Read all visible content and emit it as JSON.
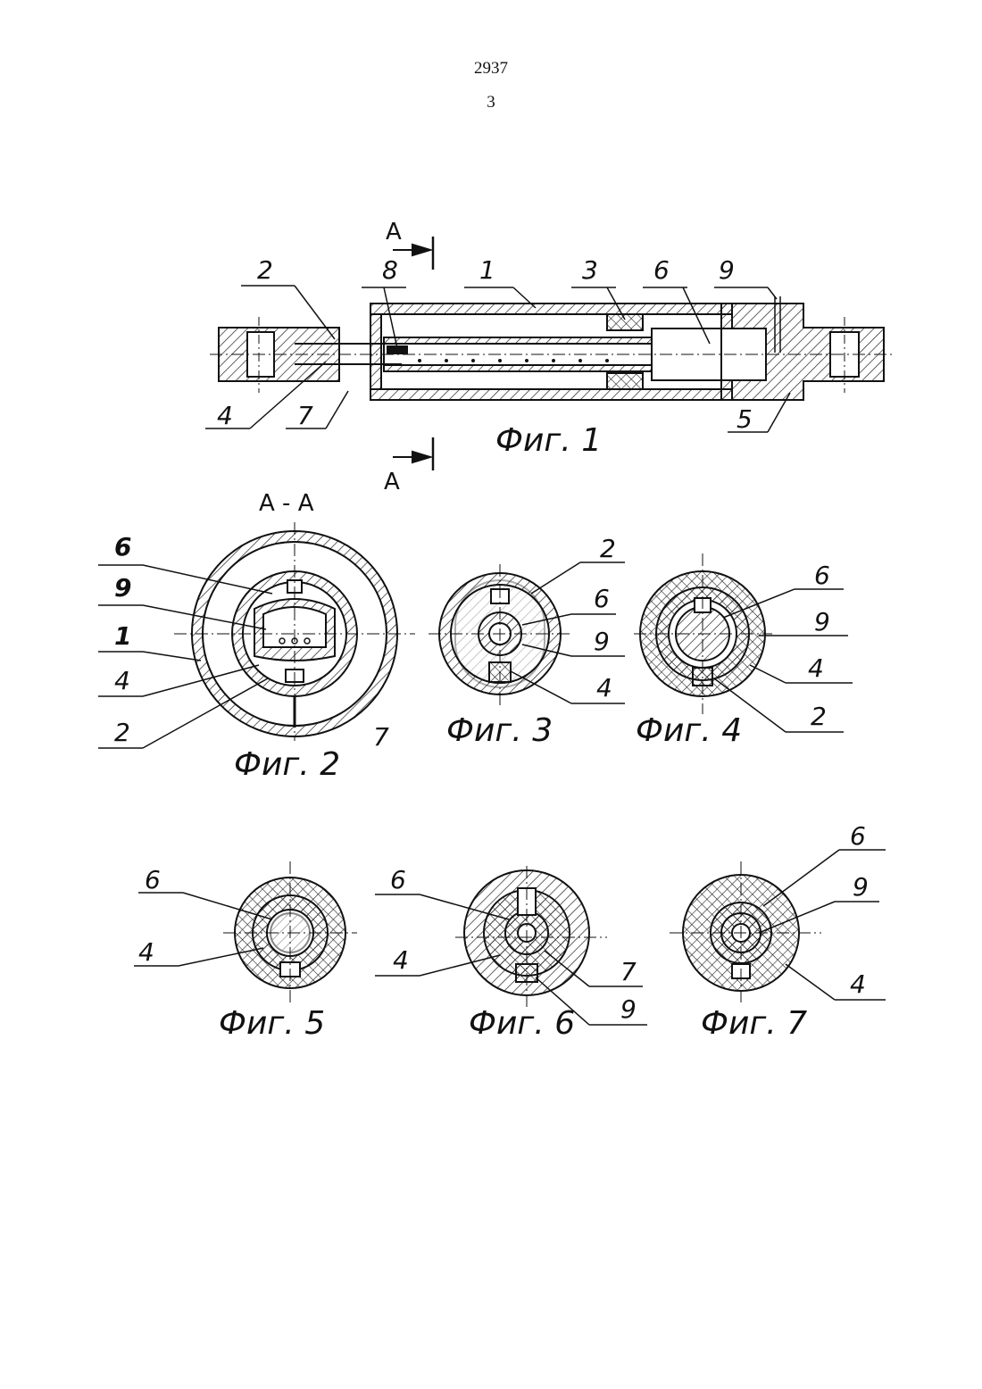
{
  "header": {
    "page_number": "2937",
    "sheet_number": "3"
  },
  "fig1": {
    "caption": "Фиг. 1",
    "section_letter_top": "A",
    "section_letter_bottom": "A",
    "labels": {
      "l1": "1",
      "l2": "2",
      "l3": "3",
      "l4": "4",
      "l5": "5",
      "l6": "6",
      "l7": "7",
      "l8": "8",
      "l9": "9"
    }
  },
  "fig2": {
    "section_title": "A - A",
    "caption": "Фиг. 2",
    "labels": {
      "l6": "6",
      "l9": "9",
      "l1": "1",
      "l4": "4",
      "l2": "2",
      "l7": "7"
    }
  },
  "fig3": {
    "caption": "Фиг. 3",
    "labels": {
      "l2": "2",
      "l6": "6",
      "l9": "9",
      "l4": "4"
    }
  },
  "fig4": {
    "caption": "Фиг. 4",
    "labels": {
      "l6": "6",
      "l9": "9",
      "l4": "4",
      "l2": "2"
    }
  },
  "fig5": {
    "caption": "Фиг. 5",
    "labels": {
      "l6": "6",
      "l4": "4"
    }
  },
  "fig6": {
    "caption": "Фиг. 6",
    "labels": {
      "l6": "6",
      "l4": "4",
      "l7": "7",
      "l9": "9"
    }
  },
  "fig7": {
    "caption": "Фиг. 7",
    "labels": {
      "l6": "6",
      "l9": "9",
      "l4": "4"
    }
  }
}
